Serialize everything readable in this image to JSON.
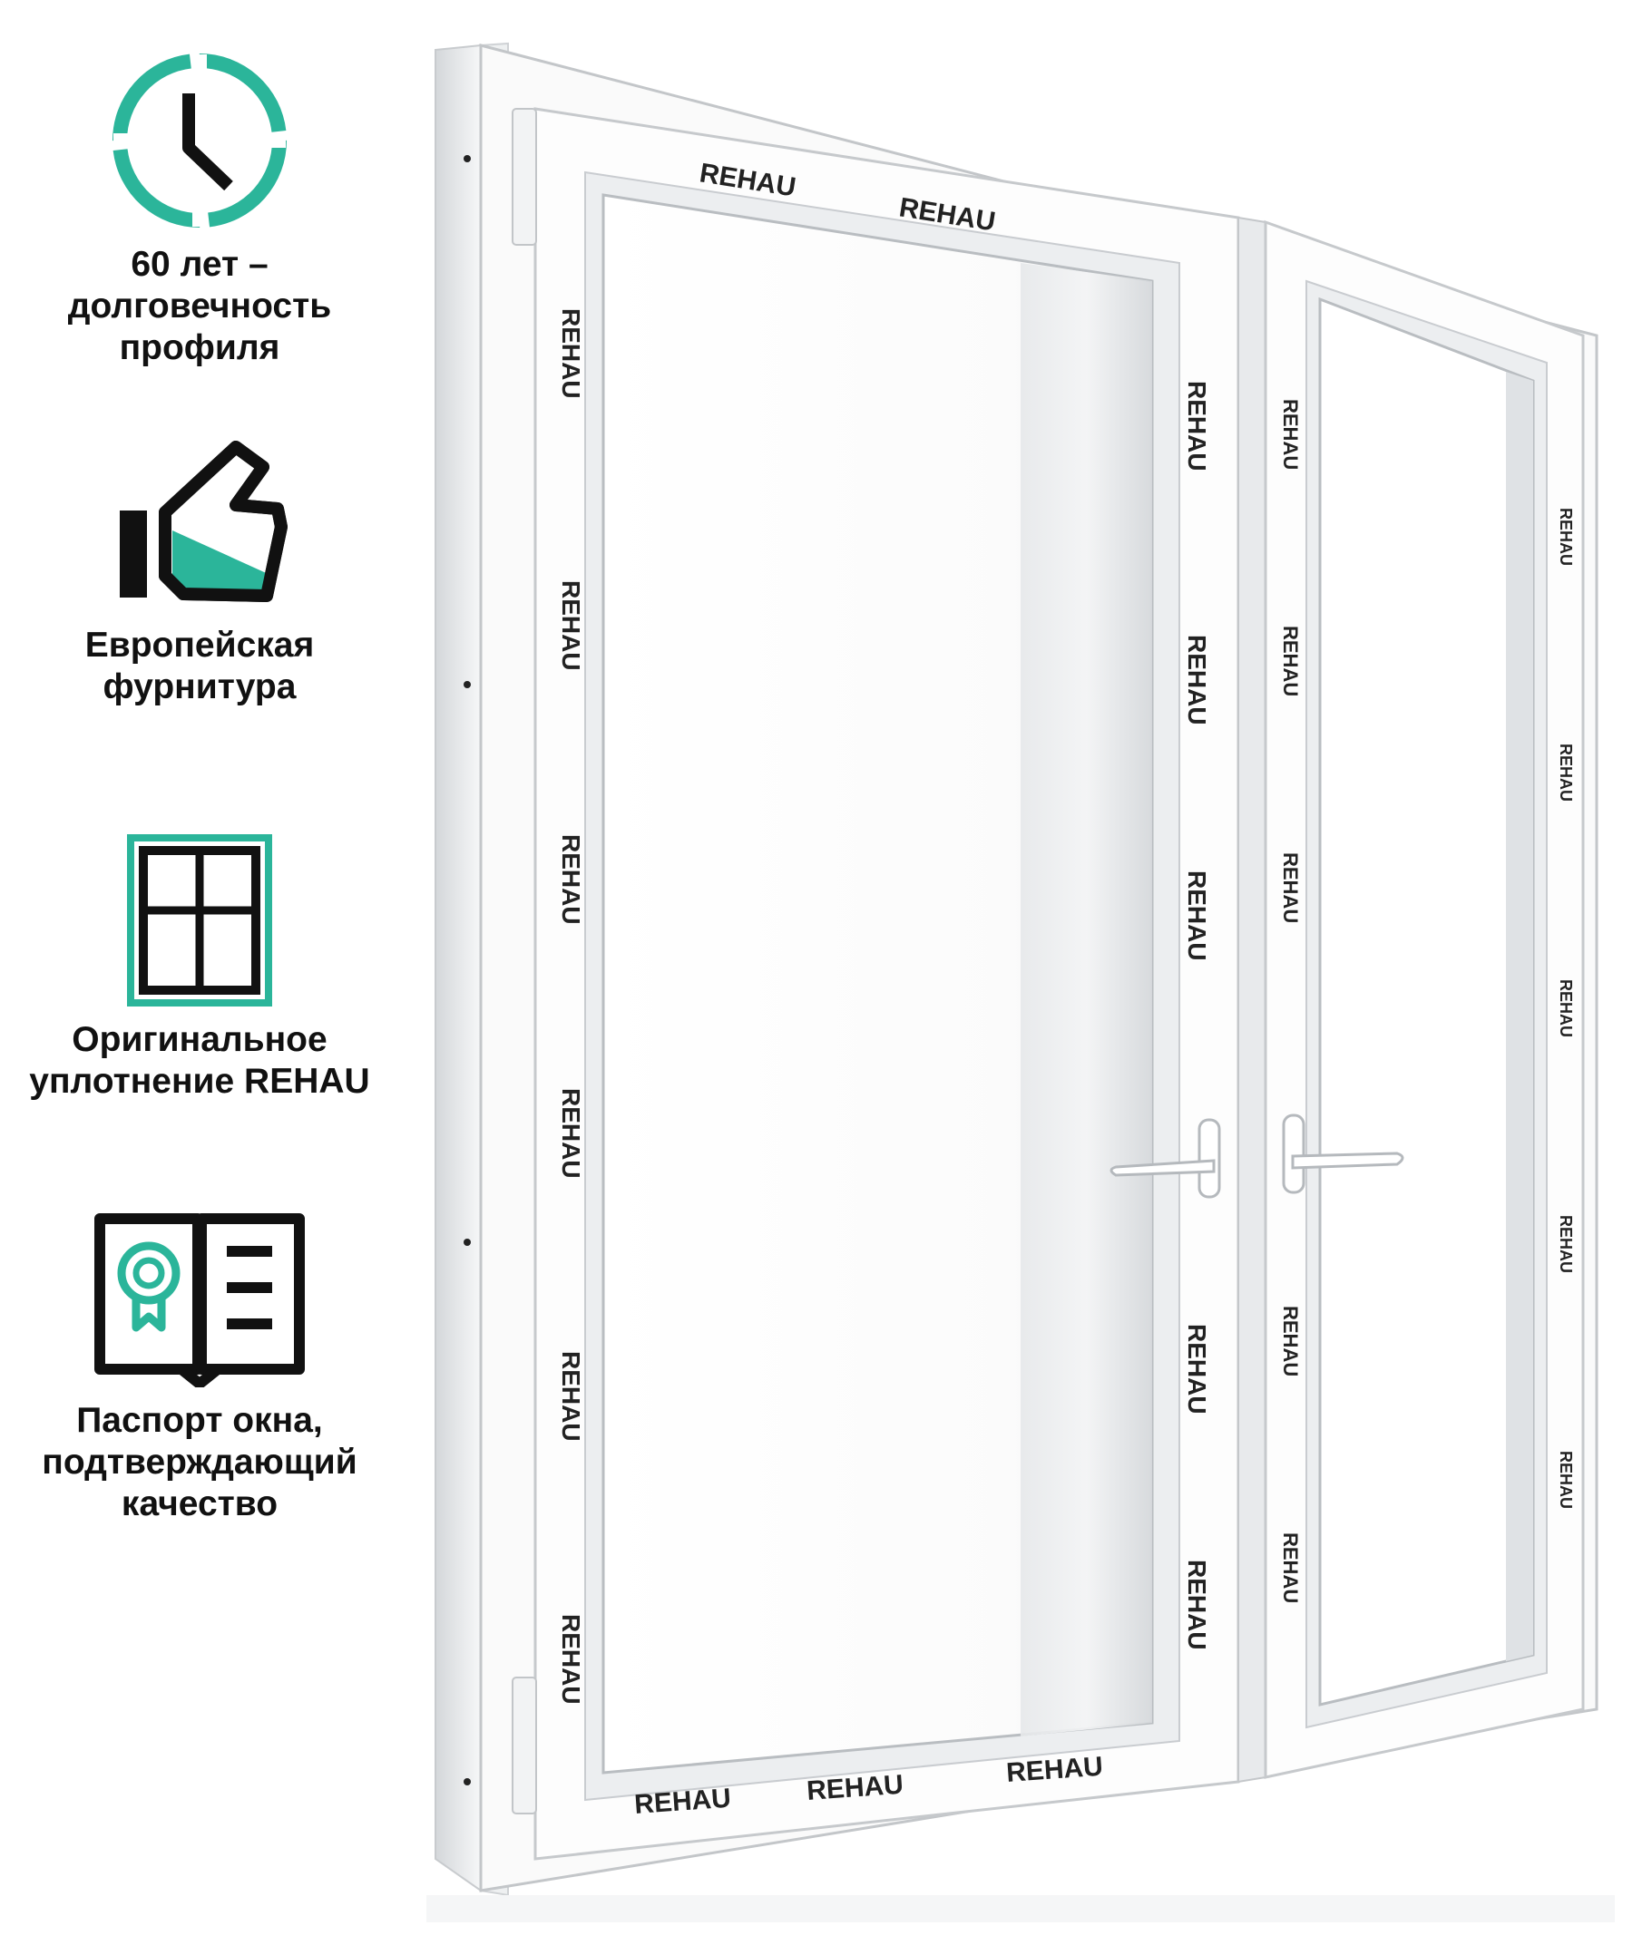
{
  "brand": {
    "accent_color": "#2bb59a",
    "dark_color": "#111111"
  },
  "features": [
    {
      "icon": "clock-icon",
      "lines": [
        "60 лет –",
        "долговечность",
        "профиля"
      ]
    },
    {
      "icon": "thumbs-up-icon",
      "lines": [
        "Европейская",
        "фурнитура"
      ]
    },
    {
      "icon": "window-frame-icon",
      "lines": [
        "Оригинальное",
        "уплотнение REHAU"
      ]
    },
    {
      "icon": "passport-book-icon",
      "lines": [
        "Паспорт окна,",
        "подтверждающий",
        "качество"
      ]
    }
  ],
  "product_image": {
    "brand_text": "REHAU"
  }
}
